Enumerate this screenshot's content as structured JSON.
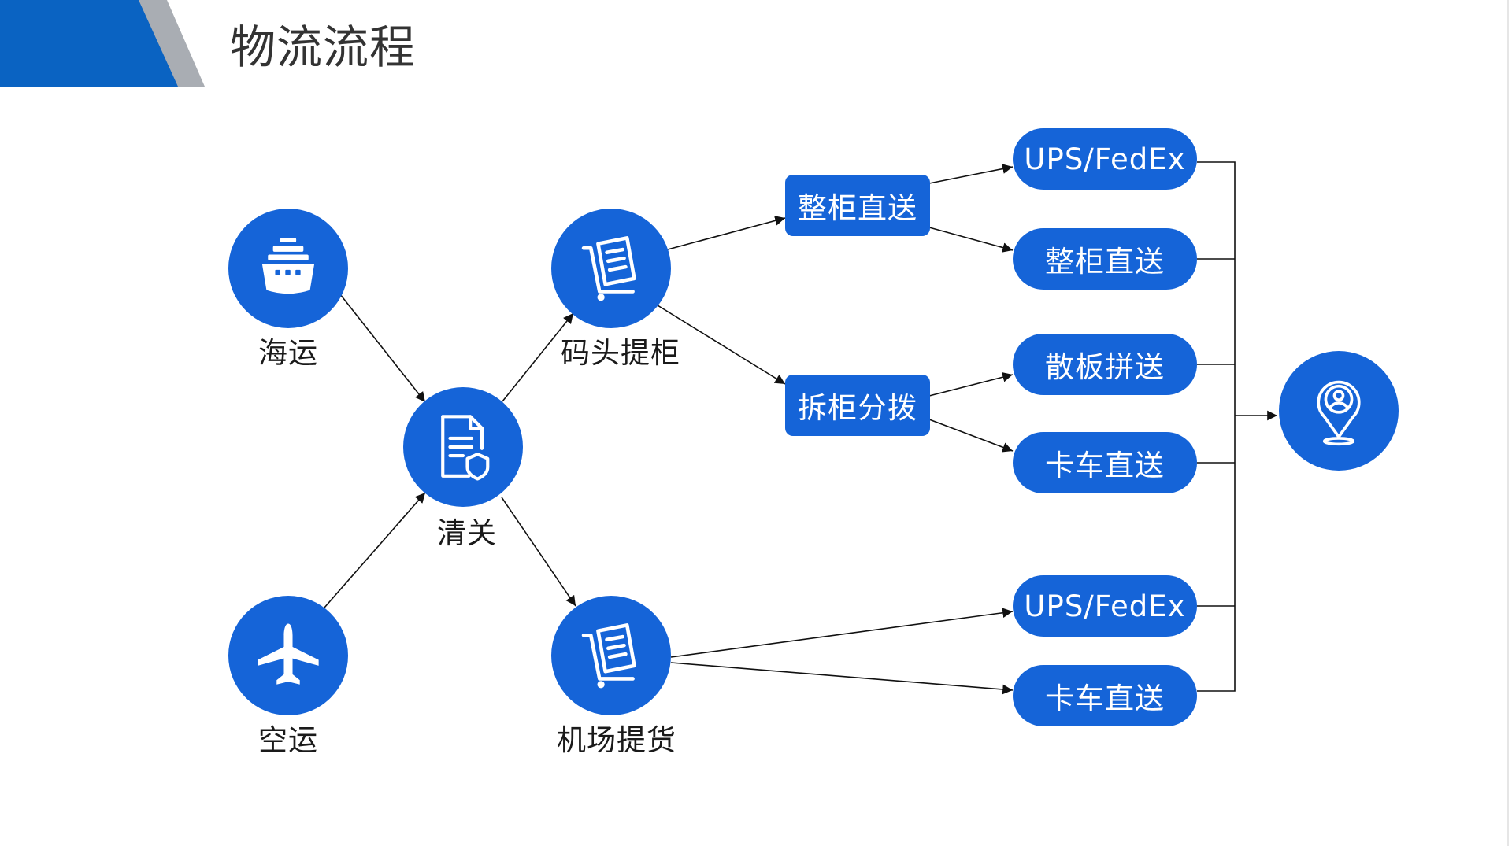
{
  "header": {
    "title": "物流流程",
    "colors": {
      "accent": "#0a63c2",
      "stripe": "#a9adb3"
    }
  },
  "diagram": {
    "node_color": "#1564d8",
    "line_color": "#111111",
    "sources": {
      "sea": {
        "label": "海运",
        "icon": "ship-icon"
      },
      "air": {
        "label": "空运",
        "icon": "airplane-icon"
      }
    },
    "customs": {
      "label": "清关",
      "icon": "customs-document-icon"
    },
    "port_pickup": {
      "label": "码头提柜",
      "icon": "cart-document-icon"
    },
    "airport_pickup": {
      "label": "机场提货",
      "icon": "cart-document-icon"
    },
    "branches": {
      "full_container": "整柜直送",
      "devanning": "拆柜分拨"
    },
    "delivery": {
      "full_ups_fedex": "UPS/FedEx",
      "full_direct": "整柜直送",
      "pallet_consolidated": "散板拼送",
      "devan_truck": "卡车直送",
      "air_ups_fedex": "UPS/FedEx",
      "air_truck": "卡车直送"
    },
    "destination": {
      "icon": "location-person-icon"
    }
  }
}
